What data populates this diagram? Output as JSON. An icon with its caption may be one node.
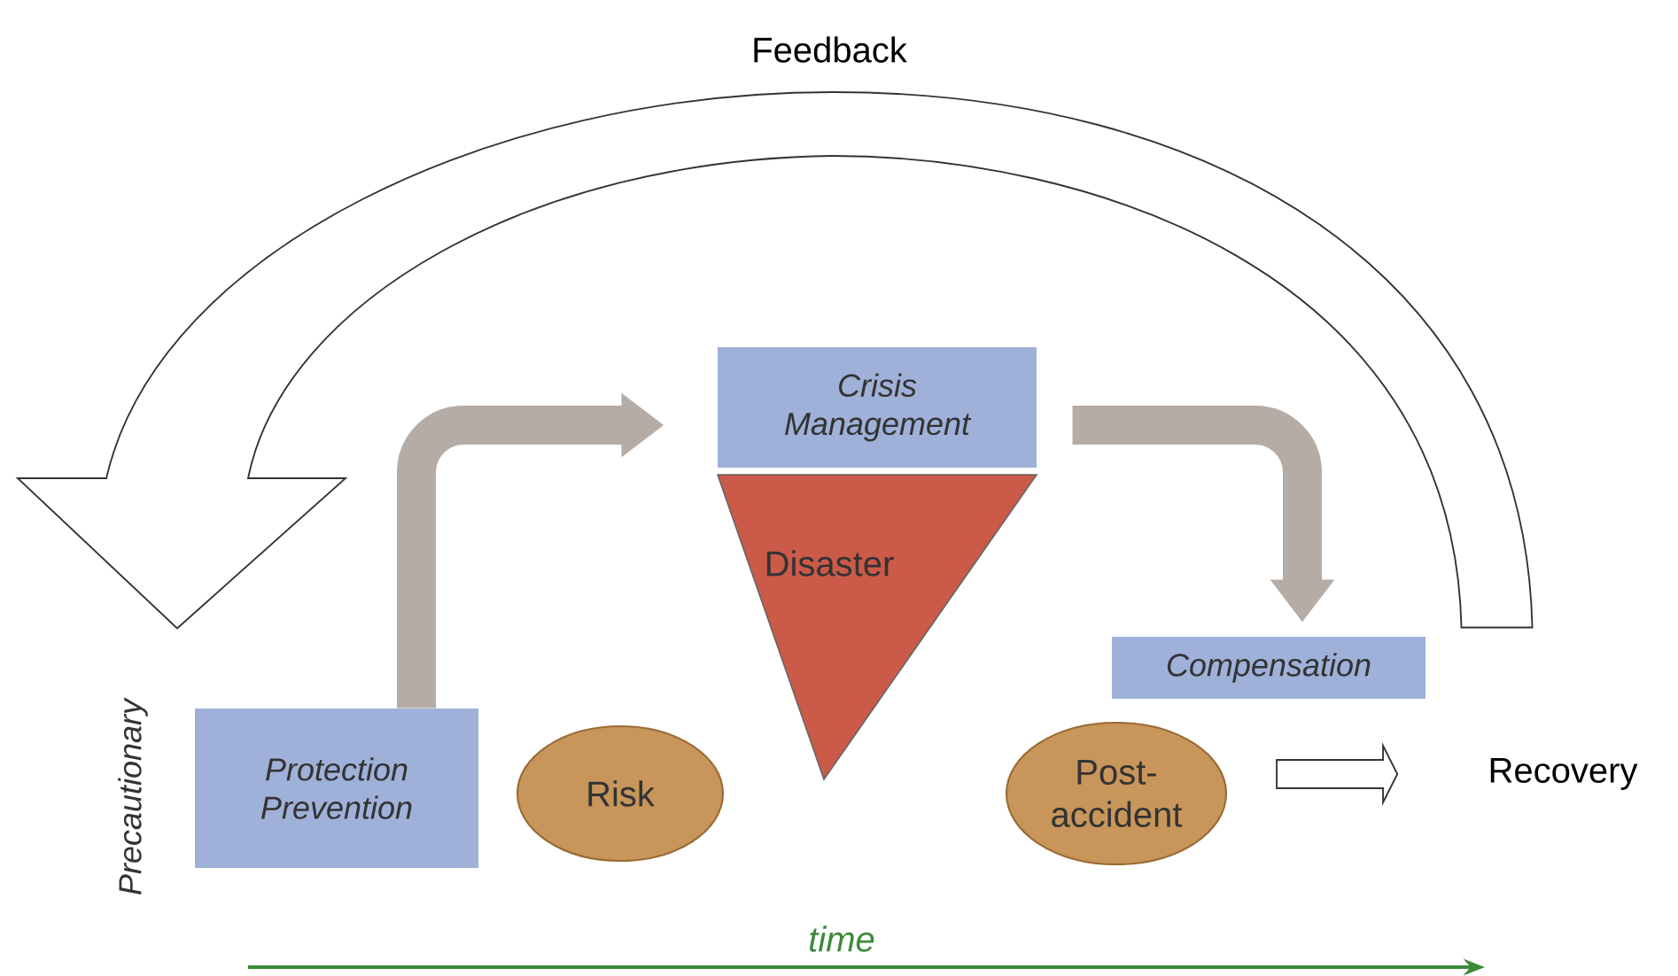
{
  "diagram": {
    "nodes": [
      {
        "text": [
          "Crisis Management"
        ]
      },
      {
        "text": [
          "Disaster"
        ]
      },
      {
        "text": [
          "Protection Prevention"
        ]
      },
      {
        "text": [
          "Risk"
        ]
      },
      {
        "text": [
          "Post- accident"
        ]
      },
      {
        "text": [
          "Compensation"
        ]
      },
      {
        "text": [
          "Recovery"
        ]
      }
    ],
    "edges": [
      {
        "from": 2,
        "to": 0,
        "arrow": "to"
      },
      {
        "from": 0,
        "to": 5,
        "arrow": "to"
      },
      {
        "from": 4,
        "to": 6,
        "arrow": "to",
        "color": "#ffffff"
      },
      {
        "from": 5,
        "to": 2,
        "arrow": "to",
        "color": "#ffffff"
      }
    ],
    "labels": [
      "Feedback",
      "Precautionary",
      "time"
    ]
  }
}
